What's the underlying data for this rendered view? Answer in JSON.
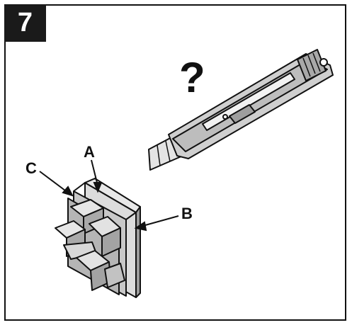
{
  "step": {
    "number": "7"
  },
  "question_mark": "?",
  "callouts": {
    "a": "A",
    "b": "B",
    "c": "C"
  },
  "colors": {
    "ink": "#111111",
    "knife_gray": "#c9c9c9",
    "part_gray": "#d2d2d2",
    "part_dark": "#9a9a9a"
  },
  "icons": [
    "utility-knife-icon",
    "end-cap-part-icon"
  ]
}
